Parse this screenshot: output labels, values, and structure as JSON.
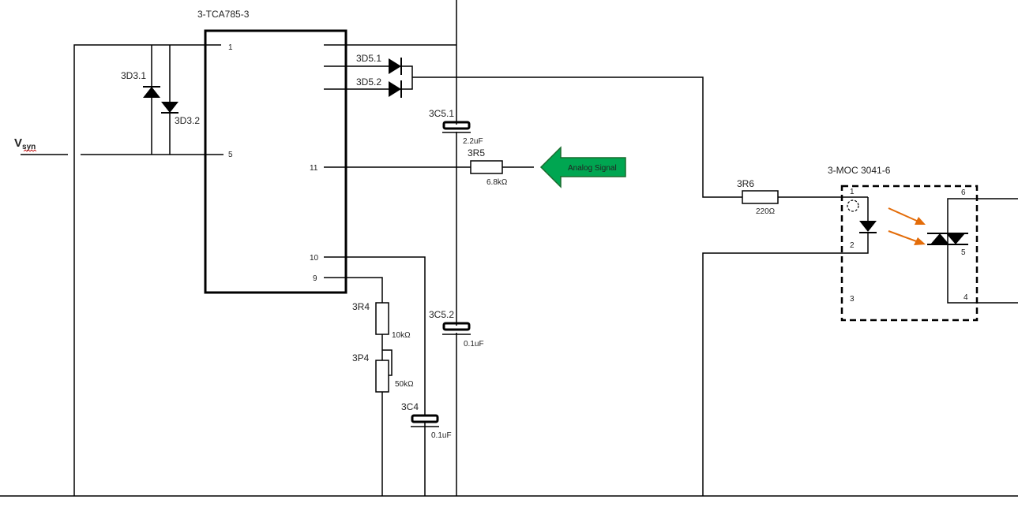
{
  "ic": {
    "name": "3-TCA785-3",
    "pins": {
      "p1": "1",
      "p5": "5",
      "p11": "11",
      "p10": "10",
      "p9": "9"
    }
  },
  "vsyn": {
    "main": "V",
    "sub": "syn"
  },
  "diodes": {
    "d31": "3D3.1",
    "d32": "3D3.2",
    "d51": "3D5.1",
    "d52": "3D5.2"
  },
  "caps": {
    "c51": {
      "name": "3C5.1",
      "value": "2.2uF"
    },
    "c52": {
      "name": "3C5.2",
      "value": "0.1uF"
    },
    "c4": {
      "name": "3C4",
      "value": "0.1uF"
    }
  },
  "resistors": {
    "r5": {
      "name": "3R5",
      "value": "6.8kΩ"
    },
    "r4": {
      "name": "3R4",
      "value": "10kΩ"
    },
    "p4": {
      "name": "3P4",
      "value": "50kΩ"
    },
    "r6": {
      "name": "3R6",
      "value": "220Ω"
    }
  },
  "analog": {
    "label": "Analog Signal"
  },
  "moc": {
    "name": "3-MOC  3041-6",
    "pins": {
      "p1": "1",
      "p2": "2",
      "p3": "3",
      "p4": "4",
      "p5": "5",
      "p6": "6"
    }
  },
  "colors": {
    "arrow_fill": "#00a651",
    "arrow_stroke": "#1a6b2e",
    "light_arrows": "#e36c09",
    "wire": "#000000",
    "squiggle": "#c00000"
  }
}
